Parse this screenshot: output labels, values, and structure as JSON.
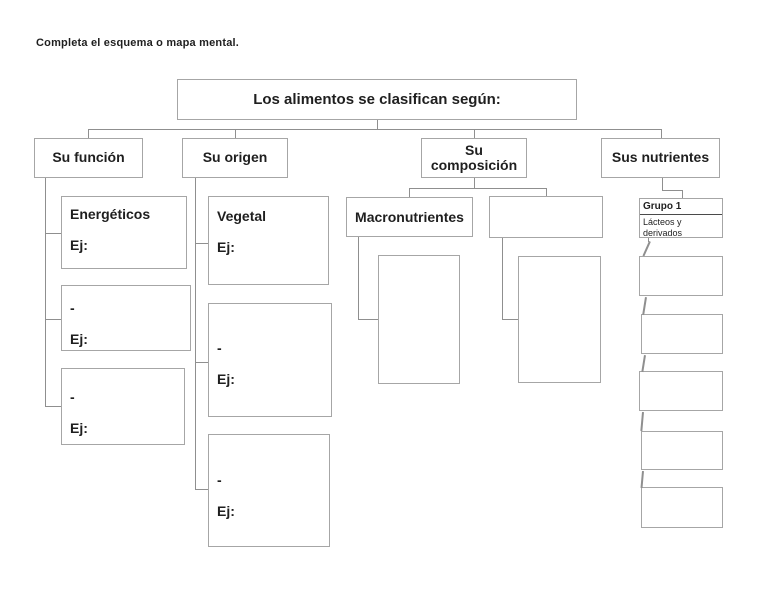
{
  "page": {
    "instruction": "Completa el esquema o mapa mental."
  },
  "title": "Los alimentos se clasifican según:",
  "branches": {
    "funcion": {
      "label": "Su función",
      "boxes": [
        {
          "line1": "Energéticos",
          "line2": "Ej:"
        },
        {
          "line1": "-",
          "line2": "Ej:"
        },
        {
          "line1": "-",
          "line2": "Ej:"
        }
      ]
    },
    "origen": {
      "label": "Su origen",
      "boxes": [
        {
          "line1": "Vegetal",
          "line2": "Ej:"
        },
        {
          "line1": "-",
          "line2": "Ej:"
        },
        {
          "line1": "-",
          "line2": "Ej:"
        }
      ]
    },
    "composicion": {
      "label": "Su\ncomposición",
      "headers": [
        {
          "label": "Macronutrientes"
        },
        {
          "label": ""
        }
      ]
    },
    "nutrientes": {
      "label": "Sus nutrientes",
      "grupo": {
        "header": "Grupo 1",
        "body": "Lácteos y derivados"
      }
    }
  },
  "colors": {
    "border": "#a6a6a6",
    "line": "#8f8f8f",
    "text": "#1f1f1f"
  }
}
